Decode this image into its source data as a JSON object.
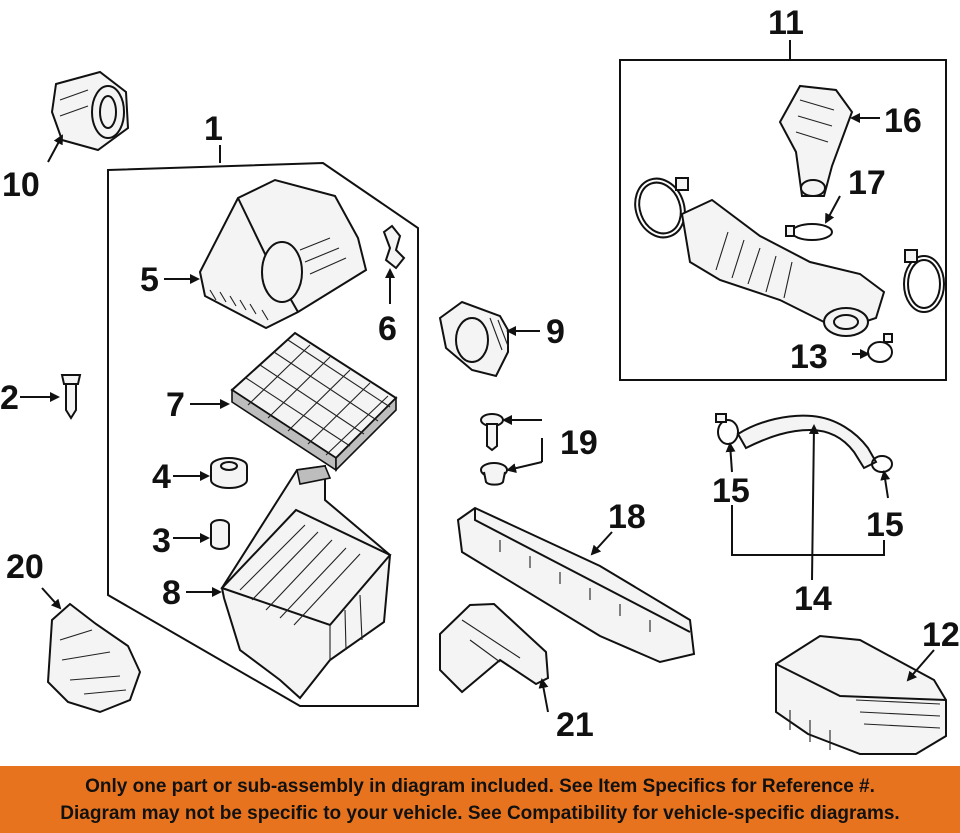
{
  "callouts": {
    "c1": "1",
    "c2": "2",
    "c3": "3",
    "c4": "4",
    "c5": "5",
    "c6": "6",
    "c7": "7",
    "c8": "8",
    "c9": "9",
    "c10": "10",
    "c11": "11",
    "c12": "12",
    "c13": "13",
    "c14": "14",
    "c15a": "15",
    "c15b": "15",
    "c16": "16",
    "c17": "17",
    "c18": "18",
    "c19": "19",
    "c20": "20",
    "c21": "21"
  },
  "footer": {
    "line1": "Only one part or sub-assembly in diagram included. See Item Specifics for Reference #.",
    "line2": "Diagram may not be specific to your vehicle. See Compatibility for vehicle-specific diagrams."
  },
  "colors": {
    "footer_bg": "#e8731f",
    "line": "#111111"
  }
}
